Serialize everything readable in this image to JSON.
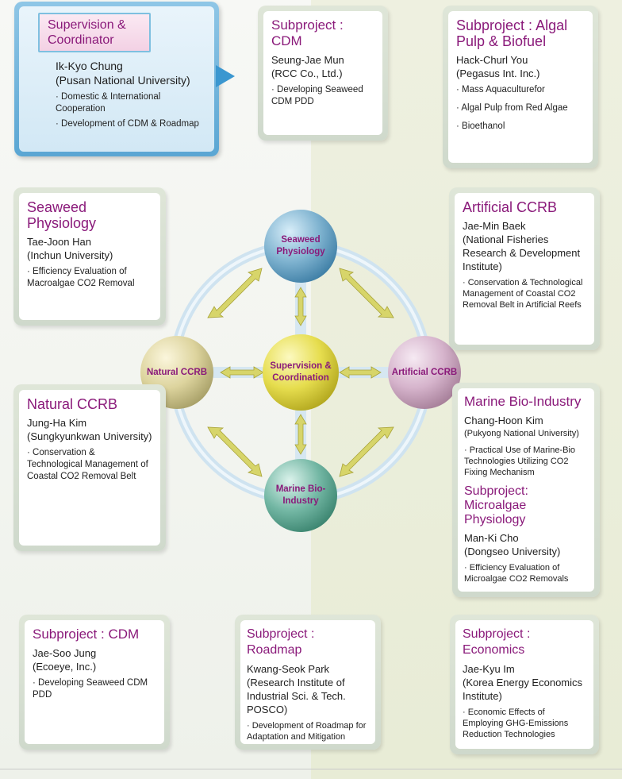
{
  "supervision": {
    "title": "Supervision & Coordinator",
    "person": "Ik-Kyo Chung",
    "affiliation": "(Pusan National University)",
    "bullets": [
      "Domestic & International Cooperation",
      "Development of CDM & Roadmap"
    ]
  },
  "cards": {
    "cdm_top": {
      "title": "Subproject : CDM",
      "person": "Seung-Jae Mun",
      "affiliation": "(RCC Co., Ltd.)",
      "bullets": [
        "Developing Seaweed CDM PDD"
      ]
    },
    "algal": {
      "title": "Subproject : Algal Pulp & Biofuel",
      "person": "Hack-Churl You",
      "affiliation": "(Pegasus Int. Inc.)",
      "bullets": [
        "Mass Aquaculturefor",
        "Algal Pulp from Red Algae",
        "Bioethanol"
      ]
    },
    "seaweed": {
      "title": "Seaweed Physiology",
      "person": "Tae-Joon Han",
      "affiliation": "(Inchun University)",
      "bullets": [
        "Efficiency Evaluation of Macroalgae CO2 Removal"
      ]
    },
    "artificial": {
      "title": "Artificial CCRB",
      "person": "Jae-Min Baek",
      "affiliation": "(National Fisheries Research & Development Institute)",
      "bullets": [
        "Conservation & Technological Management of Coastal CO2 Removal Belt in Artificial Reefs"
      ]
    },
    "natural": {
      "title": "Natural CCRB",
      "person": "Jung-Ha Kim",
      "affiliation": "(Sungkyunkwan University)",
      "bullets": [
        "Conservation & Technological Management of Coastal CO2 Removal Belt"
      ]
    },
    "marine": {
      "title": "Marine Bio-Industry",
      "person": "Chang-Hoon Kim",
      "affiliation": "(Pukyong National University)",
      "bullets": [
        "Practical Use of Marine-Bio Technologies Utilizing CO2 Fixing Mechanism"
      ]
    },
    "microalgae": {
      "title": "Subproject: Microalgae Physiology",
      "person": "Man-Ki Cho",
      "affiliation": "(Dongseo University)",
      "bullets": [
        "Efficiency Evaluation of Microalgae CO2 Removals"
      ]
    },
    "cdm_bottom": {
      "title": "Subproject : CDM",
      "person": "Jae-Soo Jung",
      "affiliation": "(Ecoeye, Inc.)",
      "bullets": [
        "Developing Seaweed CDM PDD"
      ]
    },
    "roadmap": {
      "title": "Subproject : Roadmap",
      "person": "Kwang-Seok Park",
      "affiliation": "(Research Institute of Industrial Sci. & Tech. POSCO)",
      "bullets": [
        "Development of Roadmap for Adaptation and Mitigation"
      ]
    },
    "economics": {
      "title": "Subproject : Economics",
      "person": "Jae-Kyu Im",
      "affiliation": "(Korea Energy Economics Institute)",
      "bullets": [
        "Economic Effects of Employing GHG-Emissions Reduction Technologies"
      ]
    }
  },
  "spheres": {
    "seaweed": "Seaweed Physiology",
    "natural": "Natural CCRB",
    "center": "Supervision & Coordination",
    "artificial": "Artificial CCRB",
    "marine": "Marine Bio-Industry"
  },
  "colors": {
    "title": "#8a1a7a",
    "seaweed_sphere": "#6fa8c9",
    "natural_sphere": "#d9d3a0",
    "center_sphere": "#e6df4a",
    "artificial_sphere": "#d9b8cf",
    "marine_sphere": "#6fb3a1"
  }
}
